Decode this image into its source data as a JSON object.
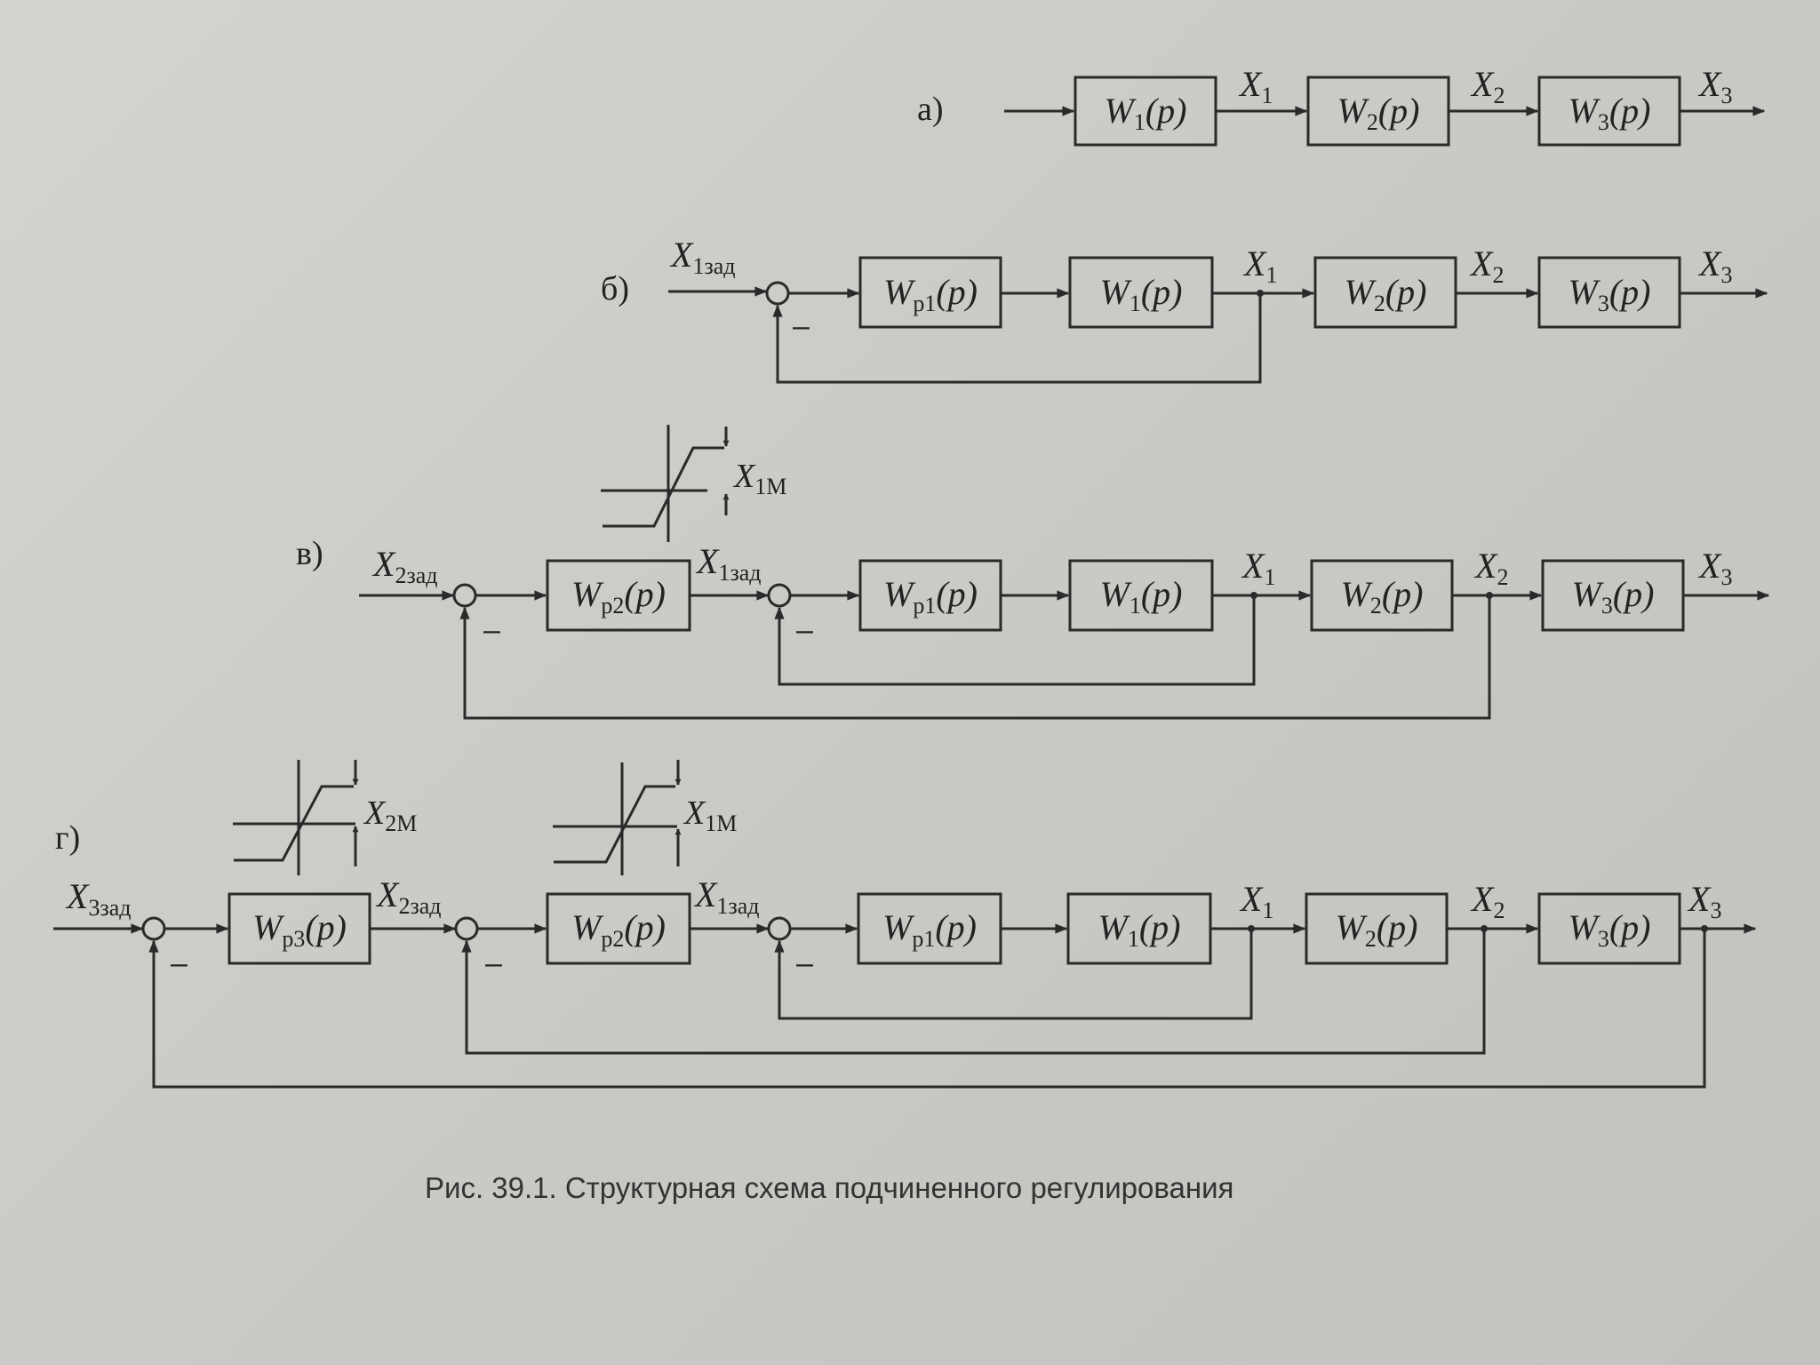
{
  "caption": "Рис. 39.1. Структурная схема подчиненного регулирования",
  "parts": {
    "a": {
      "label": "а)",
      "signals": {
        "x1": "X",
        "x1_sub": "1",
        "x2": "X",
        "x2_sub": "2",
        "x3": "X",
        "x3_sub": "3"
      },
      "blocks": {
        "w1": {
          "main": "W",
          "sub": "1",
          "arg": "(p)"
        },
        "w2": {
          "main": "W",
          "sub": "2",
          "arg": "(p)"
        },
        "w3": {
          "main": "W",
          "sub": "3",
          "arg": "(p)"
        }
      }
    },
    "b": {
      "label": "б)",
      "input": {
        "main": "X",
        "sub": "1зад"
      },
      "minus": "–",
      "signals": {
        "x1": "X",
        "x1_sub": "1",
        "x2": "X",
        "x2_sub": "2",
        "x3": "X",
        "x3_sub": "3"
      },
      "blocks": {
        "wp1": {
          "main": "W",
          "sub": "p1",
          "arg": "(p)"
        },
        "w1": {
          "main": "W",
          "sub": "1",
          "arg": "(p)"
        },
        "w2": {
          "main": "W",
          "sub": "2",
          "arg": "(p)"
        },
        "w3": {
          "main": "W",
          "sub": "3",
          "arg": "(p)"
        }
      }
    },
    "v": {
      "label": "в)",
      "input": {
        "main": "X",
        "sub": "2зад"
      },
      "mid": {
        "main": "X",
        "sub": "1зад"
      },
      "limiter": {
        "main": "X",
        "sub": "1M"
      },
      "minus1": "–",
      "minus2": "–",
      "signals": {
        "x1": "X",
        "x1_sub": "1",
        "x2": "X",
        "x2_sub": "2",
        "x3": "X",
        "x3_sub": "3"
      },
      "blocks": {
        "wp2": {
          "main": "W",
          "sub": "p2",
          "arg": "(p)"
        },
        "wp1": {
          "main": "W",
          "sub": "p1",
          "arg": "(p)"
        },
        "w1": {
          "main": "W",
          "sub": "1",
          "arg": "(p)"
        },
        "w2": {
          "main": "W",
          "sub": "2",
          "arg": "(p)"
        },
        "w3": {
          "main": "W",
          "sub": "3",
          "arg": "(p)"
        }
      }
    },
    "g": {
      "label": "г)",
      "input": {
        "main": "X",
        "sub": "3зад"
      },
      "mid1": {
        "main": "X",
        "sub": "2зад"
      },
      "mid2": {
        "main": "X",
        "sub": "1зад"
      },
      "limiter1": {
        "main": "X",
        "sub": "2M"
      },
      "limiter2": {
        "main": "X",
        "sub": "1M"
      },
      "minus1": "–",
      "minus2": "–",
      "minus3": "–",
      "signals": {
        "x1": "X",
        "x1_sub": "1",
        "x2": "X",
        "x2_sub": "2",
        "x3": "X",
        "x3_sub": "3"
      },
      "blocks": {
        "wp3": {
          "main": "W",
          "sub": "p3",
          "arg": "(p)"
        },
        "wp2": {
          "main": "W",
          "sub": "p2",
          "arg": "(p)"
        },
        "wp1": {
          "main": "W",
          "sub": "p1",
          "arg": "(p)"
        },
        "w1": {
          "main": "W",
          "sub": "1",
          "arg": "(p)"
        },
        "w2": {
          "main": "W",
          "sub": "2",
          "arg": "(p)"
        },
        "w3": {
          "main": "W",
          "sub": "3",
          "arg": "(p)"
        }
      }
    }
  }
}
